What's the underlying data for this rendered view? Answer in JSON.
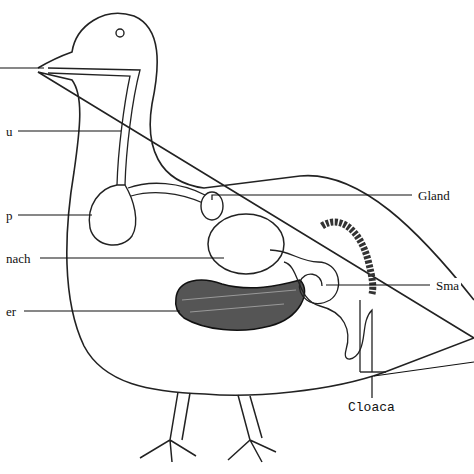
{
  "diagram": {
    "labels": [
      "u",
      "p",
      "nach",
      "er",
      "Gland",
      "Sma",
      "Cloaca"
    ]
  }
}
